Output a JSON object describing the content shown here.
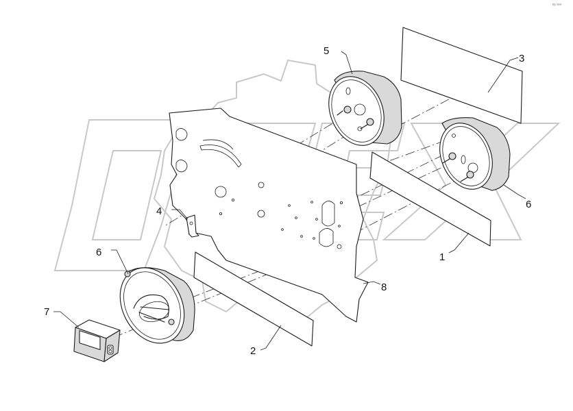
{
  "diagram": {
    "watermark_text": "OPEX",
    "corner_code": "ᵖᵍ ᵃᵃᵃ",
    "callouts": [
      {
        "id": "c1",
        "label": "1"
      },
      {
        "id": "c2",
        "label": "2"
      },
      {
        "id": "c3",
        "label": "3"
      },
      {
        "id": "c4",
        "label": "4"
      },
      {
        "id": "c5",
        "label": "5"
      },
      {
        "id": "c6a",
        "label": "6"
      },
      {
        "id": "c6b",
        "label": "6"
      },
      {
        "id": "c7",
        "label": "7"
      },
      {
        "id": "c8",
        "label": "8"
      }
    ]
  }
}
